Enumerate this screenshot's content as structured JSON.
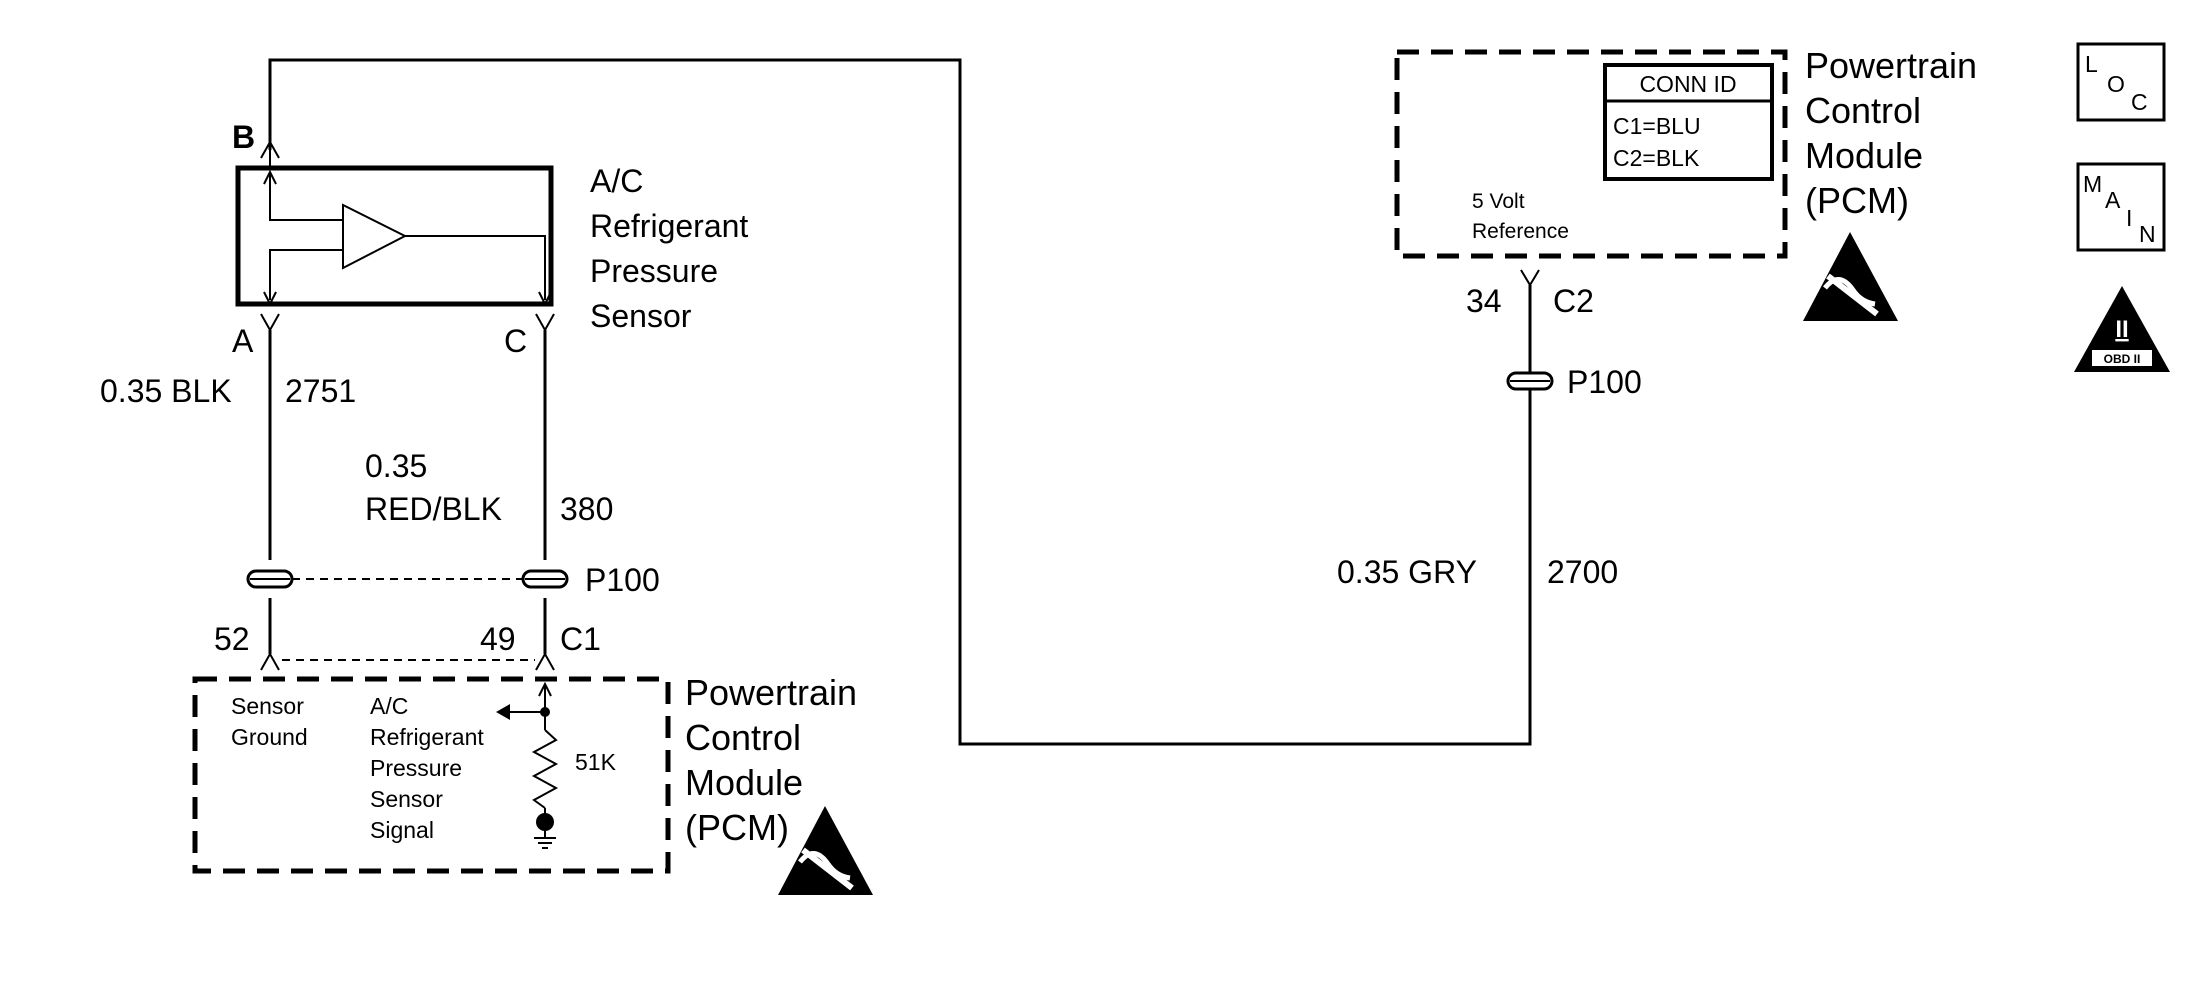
{
  "sensor": {
    "pin_b": "B",
    "pin_a": "A",
    "pin_c": "C",
    "name_lines": [
      "A/C",
      "Refrigerant",
      "Pressure",
      "Sensor"
    ]
  },
  "wires": {
    "left_size_color": "0.35 BLK",
    "left_circuit": "2751",
    "mid_size": "0.35",
    "mid_color": "RED/BLK",
    "mid_circuit": "380",
    "right_size_color": "0.35 GRY",
    "right_circuit": "2700"
  },
  "splices": {
    "left": "P100",
    "right": "P100"
  },
  "pcm_bottom": {
    "pin_52": "52",
    "pin_49": "49",
    "connector": "C1",
    "ground_lines": [
      "Sensor",
      "Ground"
    ],
    "signal_lines": [
      "A/C",
      "Refrigerant",
      "Pressure",
      "Sensor",
      "Signal"
    ],
    "resistor": "51K",
    "name_lines": [
      "Powertrain",
      "Control",
      "Module",
      "(PCM)"
    ]
  },
  "pcm_top": {
    "conn_id_title": "CONN ID",
    "conn_c1": "C1=BLU",
    "conn_c2": "C2=BLK",
    "ref_lines": [
      "5 Volt",
      "Reference"
    ],
    "pin_34": "34",
    "connector": "C2",
    "name_lines": [
      "Powertrain",
      "Control",
      "Module",
      "(PCM)"
    ]
  },
  "badges": {
    "loc": [
      "L",
      "O",
      "C"
    ],
    "main": [
      "M",
      "A",
      "I",
      "N"
    ],
    "obd_numeral": "II",
    "obd_label": "OBD II"
  }
}
